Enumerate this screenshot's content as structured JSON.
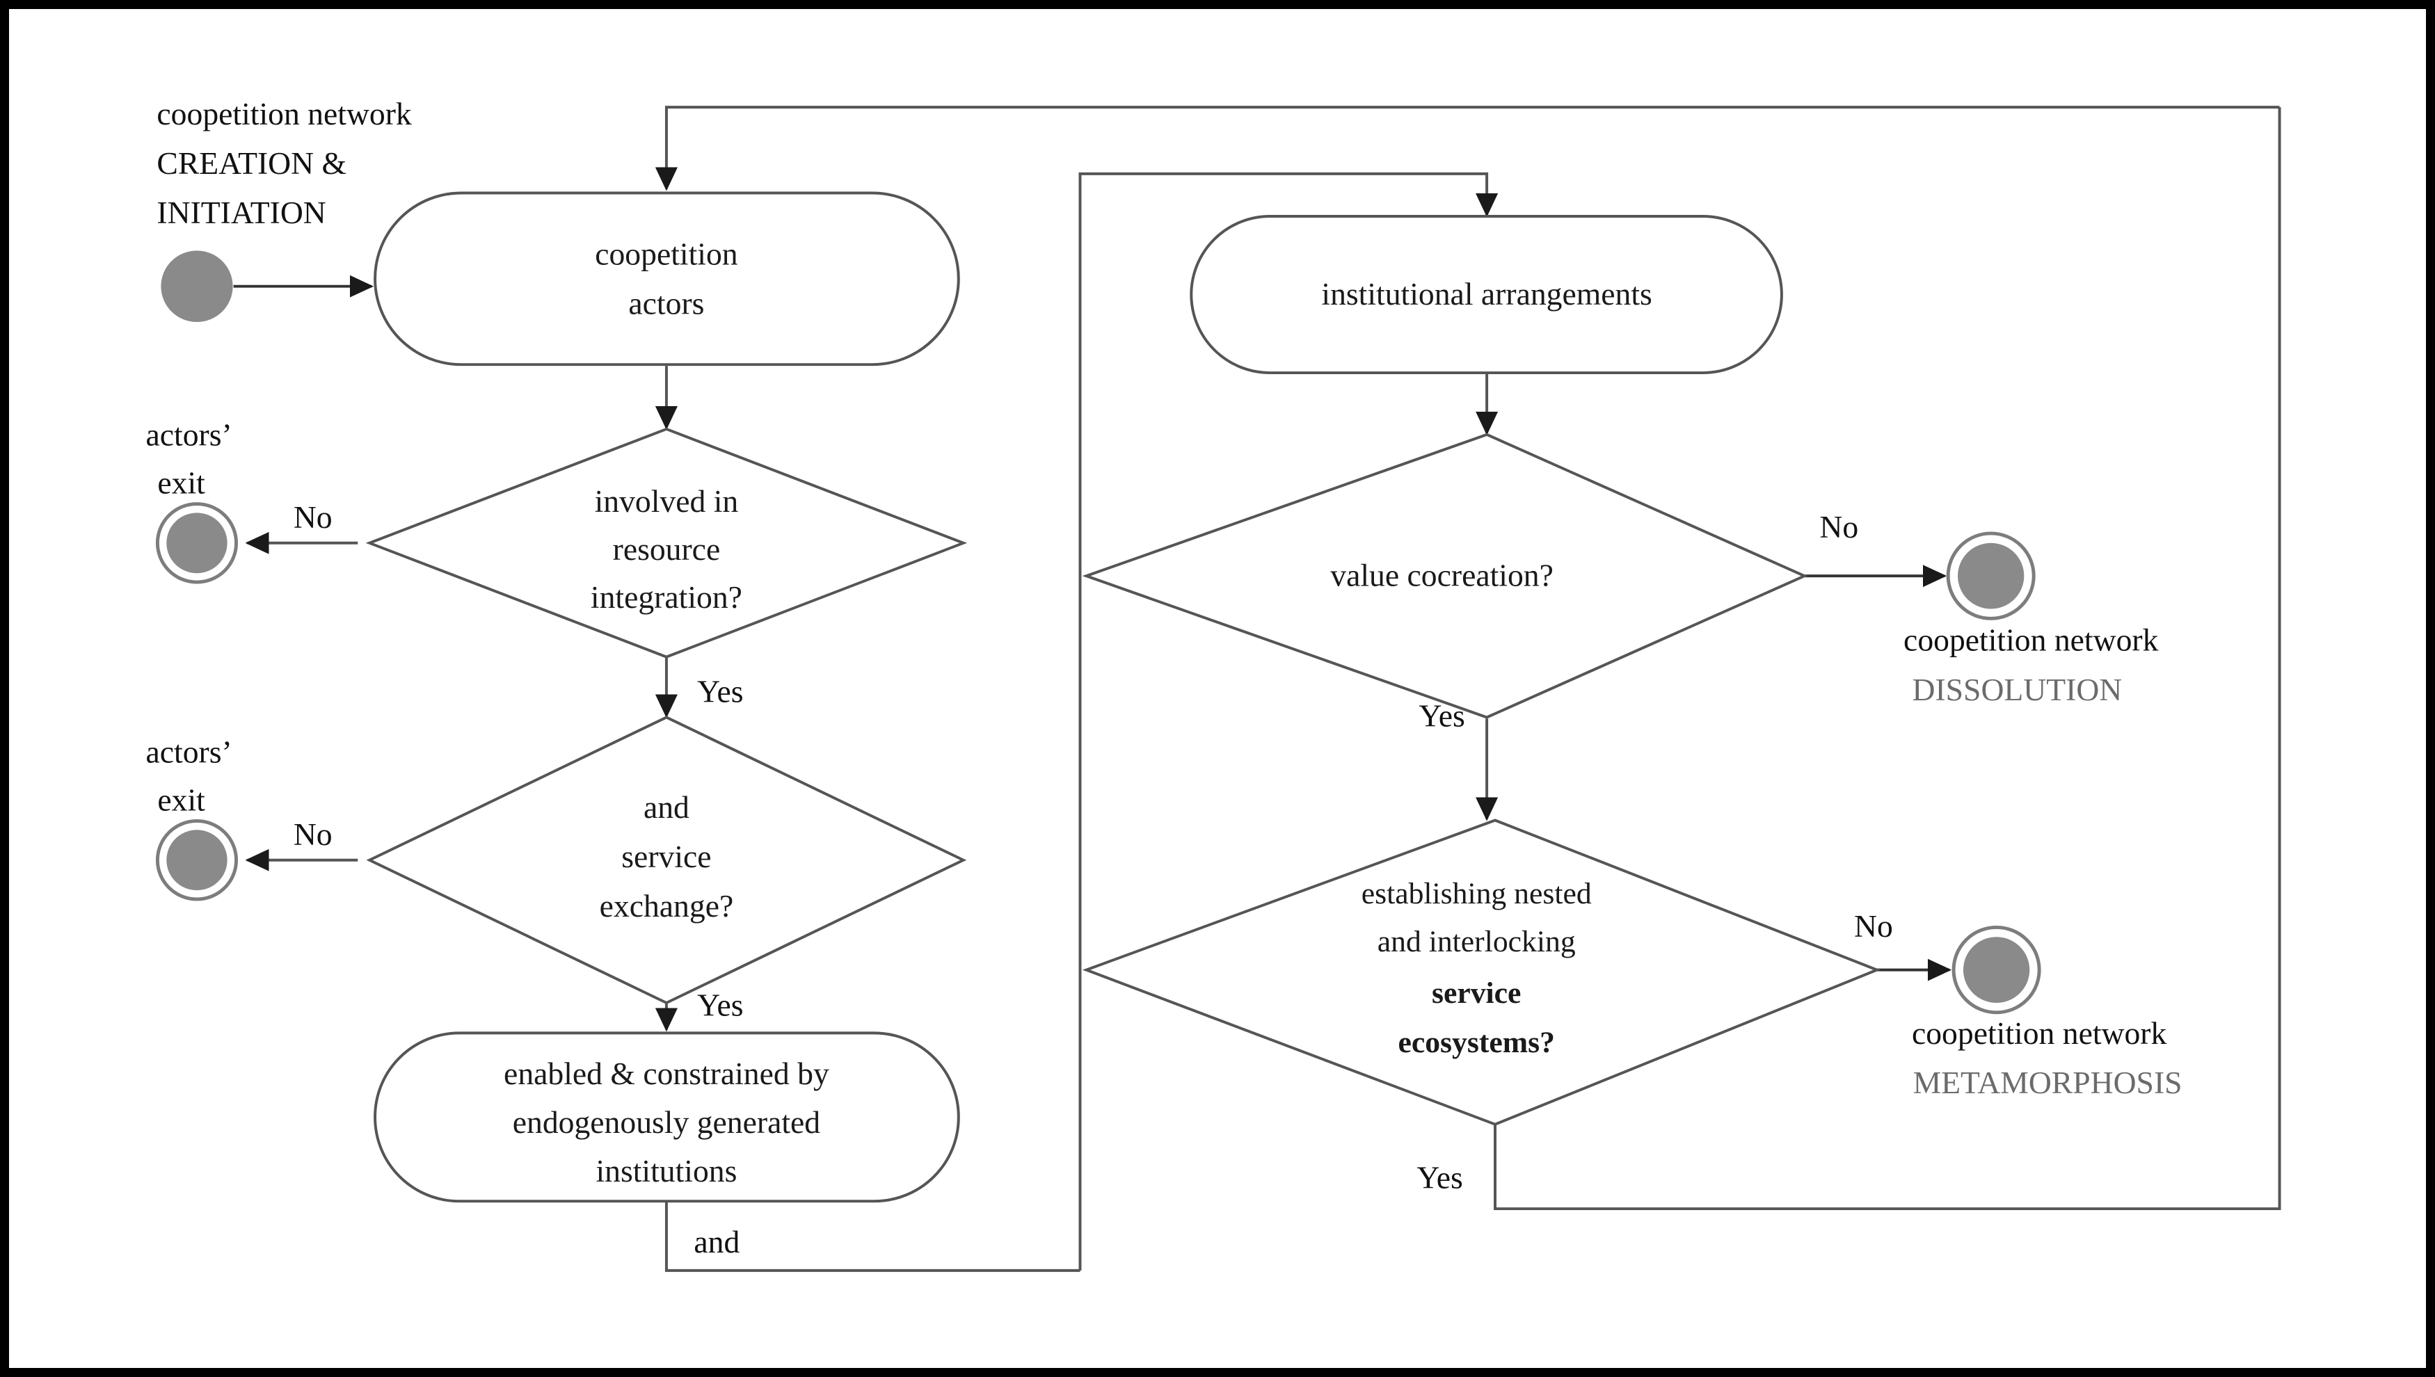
{
  "diagram": {
    "title": "coopetition network lifecycle activity diagram",
    "colors": {
      "node_fill": "#ffffff",
      "node_stroke": "#555555",
      "state_disc": "#8a8a8a",
      "connector": "#555555",
      "text": "#1a1a1a",
      "muted_text": "#6b6b6b",
      "frame": "#000000"
    },
    "start": {
      "caption_line1": "coopetition network",
      "caption_line2": "CREATION  &",
      "caption_line3": "INITIATION",
      "icon": "filled-circle-start-state"
    },
    "activities": {
      "coopetition_actors": {
        "line1": "coopetition",
        "line2": "actors"
      },
      "institutions": {
        "line1": "enabled & constrained by",
        "line2": "endogenously generated",
        "line3": "institutions"
      },
      "institutional_arrangements": {
        "line1": "institutional arrangements"
      }
    },
    "decisions": {
      "resource_integration": {
        "line1": "involved in",
        "line2": "resource",
        "line3": "integration?"
      },
      "service_exchange": {
        "line1": "and",
        "line2": "service",
        "line3": "exchange?"
      },
      "value_cocreation": {
        "line1": "value cocreation?"
      },
      "service_ecosystems": {
        "line1": "establishing nested",
        "line2": "and interlocking",
        "line3": "service",
        "line4": "ecosystems?"
      }
    },
    "edge_labels": {
      "no_resource_integration": "No",
      "yes_resource_integration": "Yes",
      "no_service_exchange": "No",
      "yes_service_exchange": "Yes",
      "and_link": "and",
      "no_value_cocreation": "No",
      "yes_value_cocreation": "Yes",
      "no_service_ecosystems": "No",
      "yes_service_ecosystems": "Yes"
    },
    "end_states": {
      "actors_exit_1": {
        "line1": "actors’",
        "line2": "exit",
        "icon": "ringed-filled-circle-end-state"
      },
      "actors_exit_2": {
        "line1": "actors’",
        "line2": "exit",
        "icon": "ringed-filled-circle-end-state"
      },
      "dissolution": {
        "line1": "coopetition network",
        "line2": "DISSOLUTION",
        "icon": "ringed-filled-circle-end-state"
      },
      "metamorphosis": {
        "line1": "coopetition network",
        "line2": "METAMORPHOSIS",
        "icon": "ringed-filled-circle-end-state"
      }
    }
  }
}
